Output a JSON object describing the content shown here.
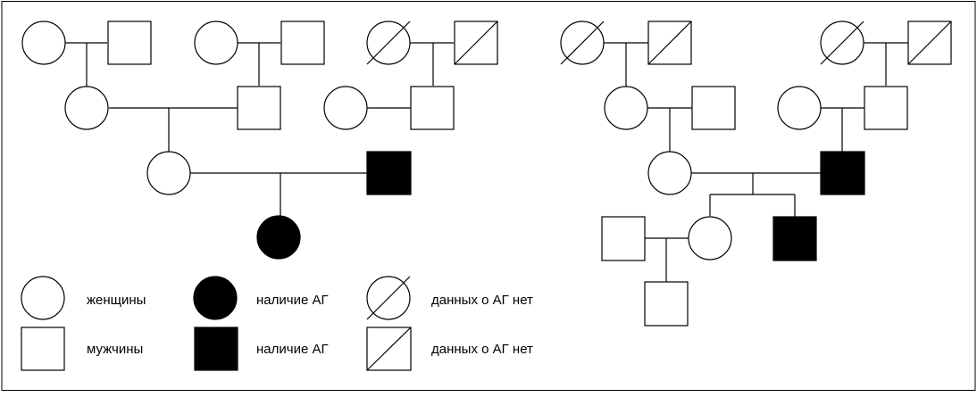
{
  "colors": {
    "stroke": "#000000",
    "fill_affected": "#000000",
    "fill_unaffected": "#ffffff",
    "background": "#ffffff"
  },
  "legend": {
    "female": "женщины",
    "male": "мужчины",
    "affected_female": "наличие АГ",
    "affected_male": "наличие АГ",
    "unknown_female": "данных о АГ нет",
    "unknown_male": "данных о АГ нет"
  },
  "symbols": {
    "female": "circle-unaffected",
    "male": "square-unaffected",
    "affected": "filled-black",
    "unknown": "diagonal-slash"
  }
}
